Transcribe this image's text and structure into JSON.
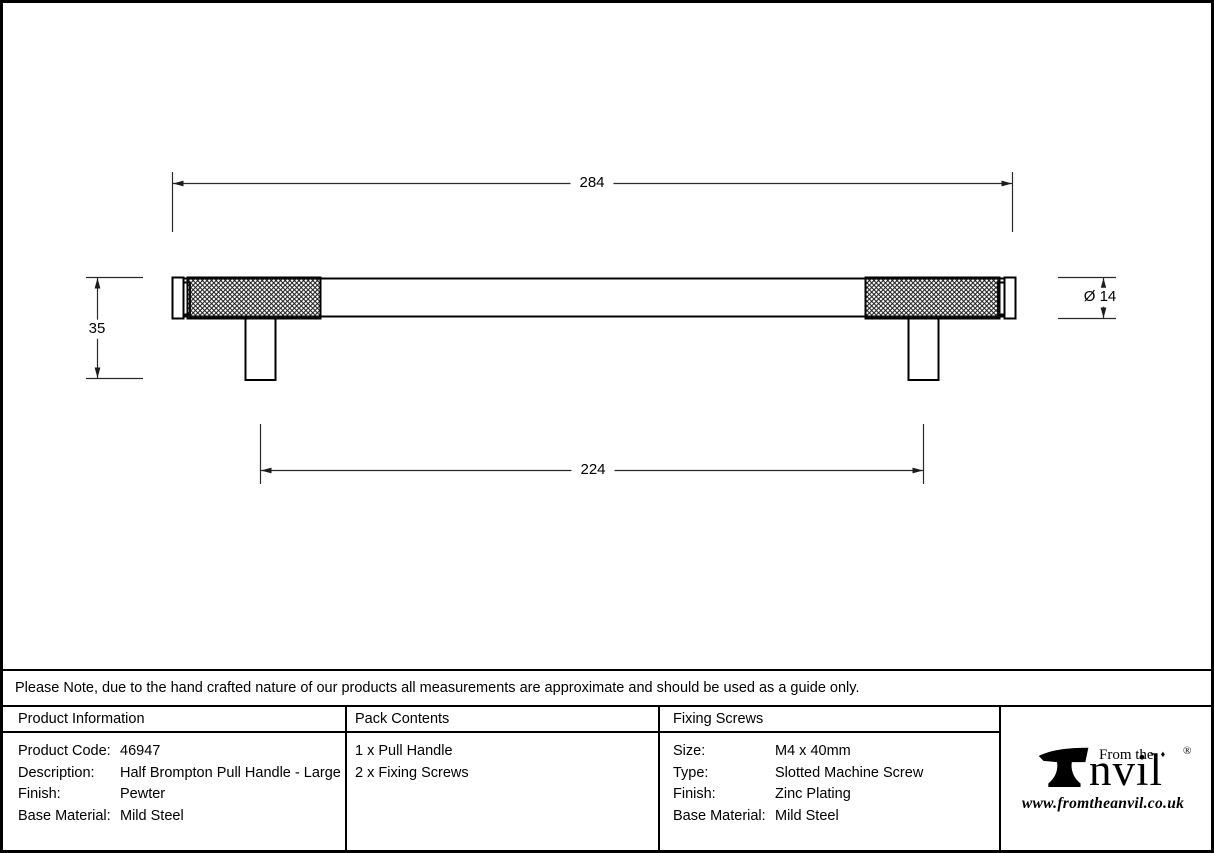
{
  "drawing": {
    "dims": {
      "overall_length": "284",
      "height": "35",
      "fixing_centres": "224",
      "diameter": "Ø 14"
    },
    "icons": {
      "handle_drawing": "pull-handle-diagram",
      "knurl_pattern": "knurled-grip-crosshatch"
    }
  },
  "note": "Please Note, due to the hand crafted nature of our products all measurements are approximate and should be used as a guide only.",
  "table": {
    "product_information": {
      "header": "Product Information",
      "rows": [
        {
          "label": "Product Code:",
          "value": "46947"
        },
        {
          "label": "Description:",
          "value": "Half Brompton Pull Handle - Large"
        },
        {
          "label": "Finish:",
          "value": "Pewter"
        },
        {
          "label": "Base Material:",
          "value": "Mild Steel"
        }
      ]
    },
    "pack_contents": {
      "header": "Pack Contents",
      "items": [
        "1 x Pull Handle",
        "2 x Fixing Screws"
      ]
    },
    "fixing_screws": {
      "header": "Fixing Screws",
      "rows": [
        {
          "label": "Size:",
          "value": "M4 x 40mm"
        },
        {
          "label": "Type:",
          "value": "Slotted Machine Screw"
        },
        {
          "label": "Finish:",
          "value": "Zinc Plating"
        },
        {
          "label": "Base Material:",
          "value": "Mild Steel"
        }
      ]
    }
  },
  "logo": {
    "from_the": "From the",
    "diamond": "♦",
    "brand_suffix": "nvil",
    "registered": "®",
    "website": "www.fromtheanvil.co.uk",
    "icon": "anvil-icon"
  },
  "colors": {
    "line": "#000000",
    "background": "#ffffff"
  }
}
